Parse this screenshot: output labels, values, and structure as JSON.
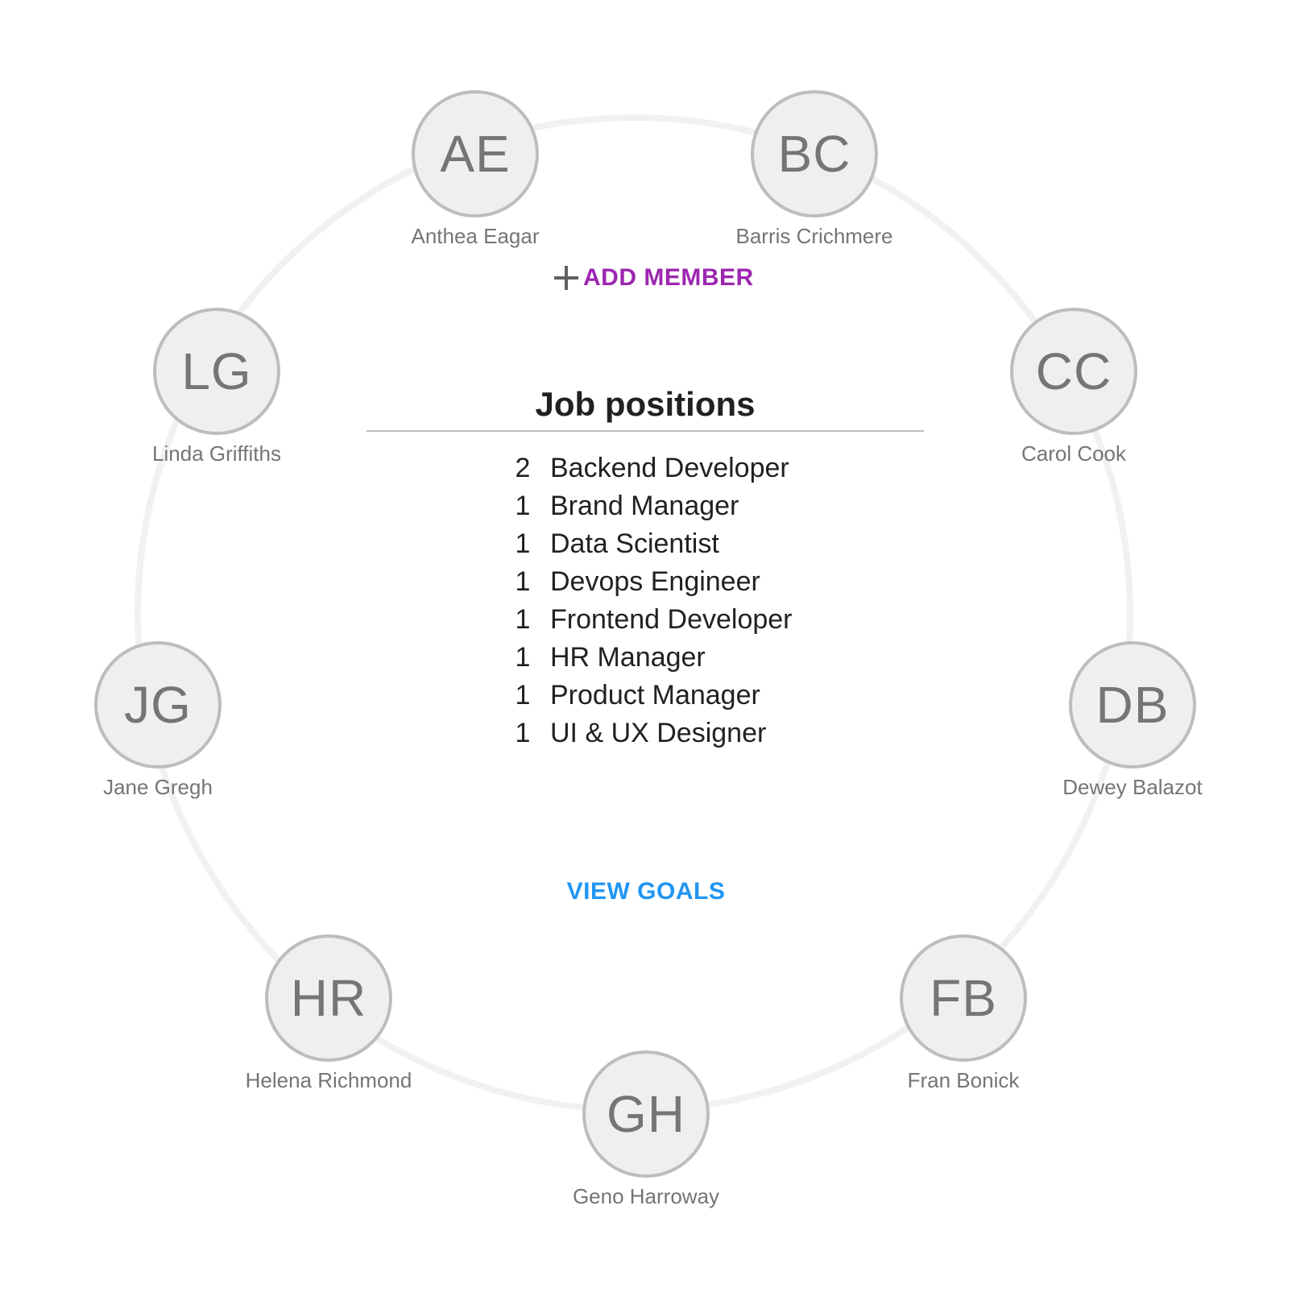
{
  "members": [
    {
      "initials": "AE",
      "name": "Anthea Eagar"
    },
    {
      "initials": "BC",
      "name": "Barris Crichmere"
    },
    {
      "initials": "CC",
      "name": "Carol Cook"
    },
    {
      "initials": "DB",
      "name": "Dewey Balazot"
    },
    {
      "initials": "FB",
      "name": "Fran Bonick"
    },
    {
      "initials": "GH",
      "name": "Geno Harroway"
    },
    {
      "initials": "HR",
      "name": "Helena Richmond"
    },
    {
      "initials": "JG",
      "name": "Jane Gregh"
    },
    {
      "initials": "LG",
      "name": "Linda Griffiths"
    }
  ],
  "add_member": {
    "label": "ADD MEMBER"
  },
  "jobs": {
    "title": "Job positions",
    "items": [
      {
        "count": "2",
        "title": "Backend Developer"
      },
      {
        "count": "1",
        "title": "Brand Manager"
      },
      {
        "count": "1",
        "title": "Data Scientist"
      },
      {
        "count": "1",
        "title": "Devops Engineer"
      },
      {
        "count": "1",
        "title": "Frontend Developer"
      },
      {
        "count": "1",
        "title": "HR Manager"
      },
      {
        "count": "1",
        "title": "Product Manager"
      },
      {
        "count": "1",
        "title": "UI & UX Designer"
      }
    ]
  },
  "view_goals": {
    "label": "VIEW GOALS"
  },
  "colors": {
    "add_member": "#9c27b0",
    "view_goals": "#2196f3",
    "avatar_border": "#bdbdbd",
    "avatar_fill": "#efefef"
  }
}
